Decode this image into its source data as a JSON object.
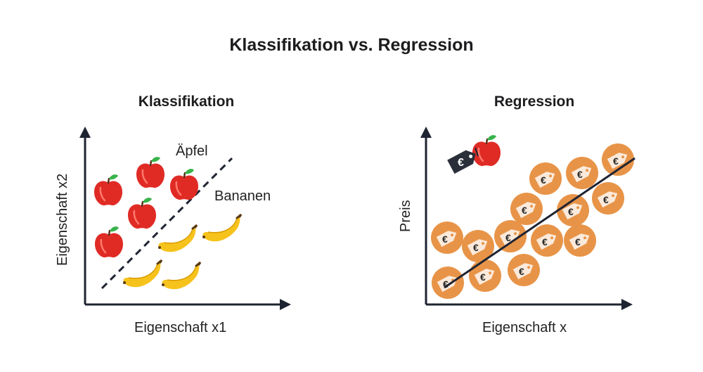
{
  "title": "Klassifikation vs. Regression",
  "left_panel": {
    "heading": "Klassifikation",
    "x_label": "Eigenschaft x1",
    "y_label": "Eigenschaft x2",
    "class_label_a": "Äpfel",
    "class_label_b": "Bananen",
    "apple_icon": "apple-icon",
    "banana_icon": "banana-icon"
  },
  "right_panel": {
    "heading": "Regression",
    "x_label": "Eigenschaft x",
    "y_label": "Preis",
    "tag_symbol": "€",
    "tag_icon": "price-tag-icon"
  },
  "colors": {
    "apple": "#e02b25",
    "banana": "#f6c21c",
    "tag_circle": "#e89448",
    "tag_body": "#fbeadb",
    "axis": "#1f2432"
  }
}
